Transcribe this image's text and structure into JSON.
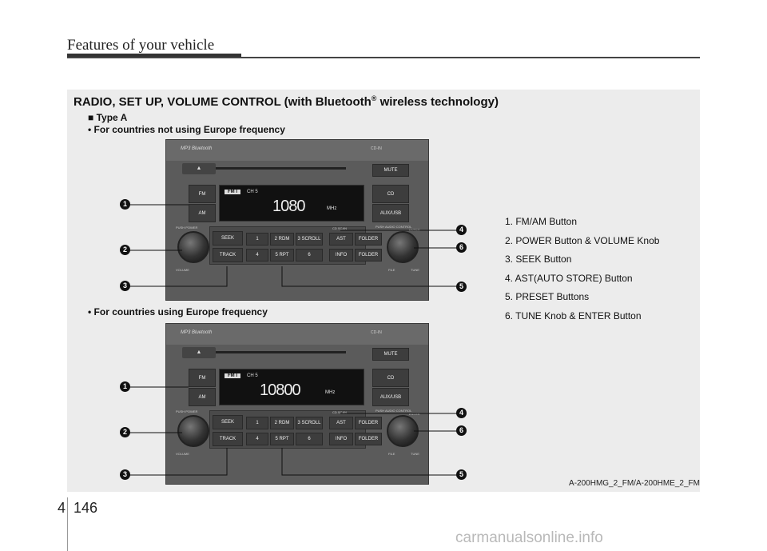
{
  "header": {
    "section_title": "Features of your vehicle"
  },
  "heading": {
    "text": "RADIO, SET UP, VOLUME  CONTROL (with Bluetooth",
    "sup": "®",
    "tail": " wireless technology)"
  },
  "type_label": "■ Type A",
  "subheads": {
    "non_europe": "• For countries not using Europe frequency",
    "europe": "• For countries using Europe frequency"
  },
  "legend": [
    "1. FM/AM Button",
    "2. POWER Button & VOLUME Knob",
    "3. SEEK Button",
    "4. AST(AUTO STORE) Button",
    "5. PRESET Buttons",
    "6. TUNE Knob & ENTER Button"
  ],
  "callout_numbers": [
    "1",
    "2",
    "3",
    "4",
    "5",
    "6"
  ],
  "radio": {
    "logo": "MP3 Bluetooth",
    "cd_label": "CD-IN",
    "eject": "▲",
    "mute": "MUTE",
    "fm": "FM",
    "am": "AM",
    "cd": "CD",
    "aux_usb": "AUX/USB",
    "band": "FM I",
    "channel": "CH 5",
    "freq_top": "1080",
    "freq_bottom": "10800",
    "mhz": "MHz",
    "power_label": "PUSH POWER",
    "volume_label": "VOLUME",
    "push_audio": "PUSH AUDIO CONTROL",
    "enter": "ENTER",
    "file": "FILE",
    "tune": "TUNE",
    "seek": "SEEK",
    "track": "TRACK",
    "p1": "1",
    "p2": "2",
    "p2s": "RDM",
    "p3": "3",
    "p3s": "SCROLL",
    "p4": "4",
    "p5": "5",
    "p5s": "RPT",
    "p6": "6",
    "cd_scan": "CD SCAN",
    "ast": "AST",
    "info": "INFO",
    "folder": "FOLDER"
  },
  "caption": "A-200HMG_2_FM/A-200HME_2_FM",
  "page": {
    "chapter": "4",
    "number": "146"
  },
  "watermark": "carmanualsonline.info"
}
